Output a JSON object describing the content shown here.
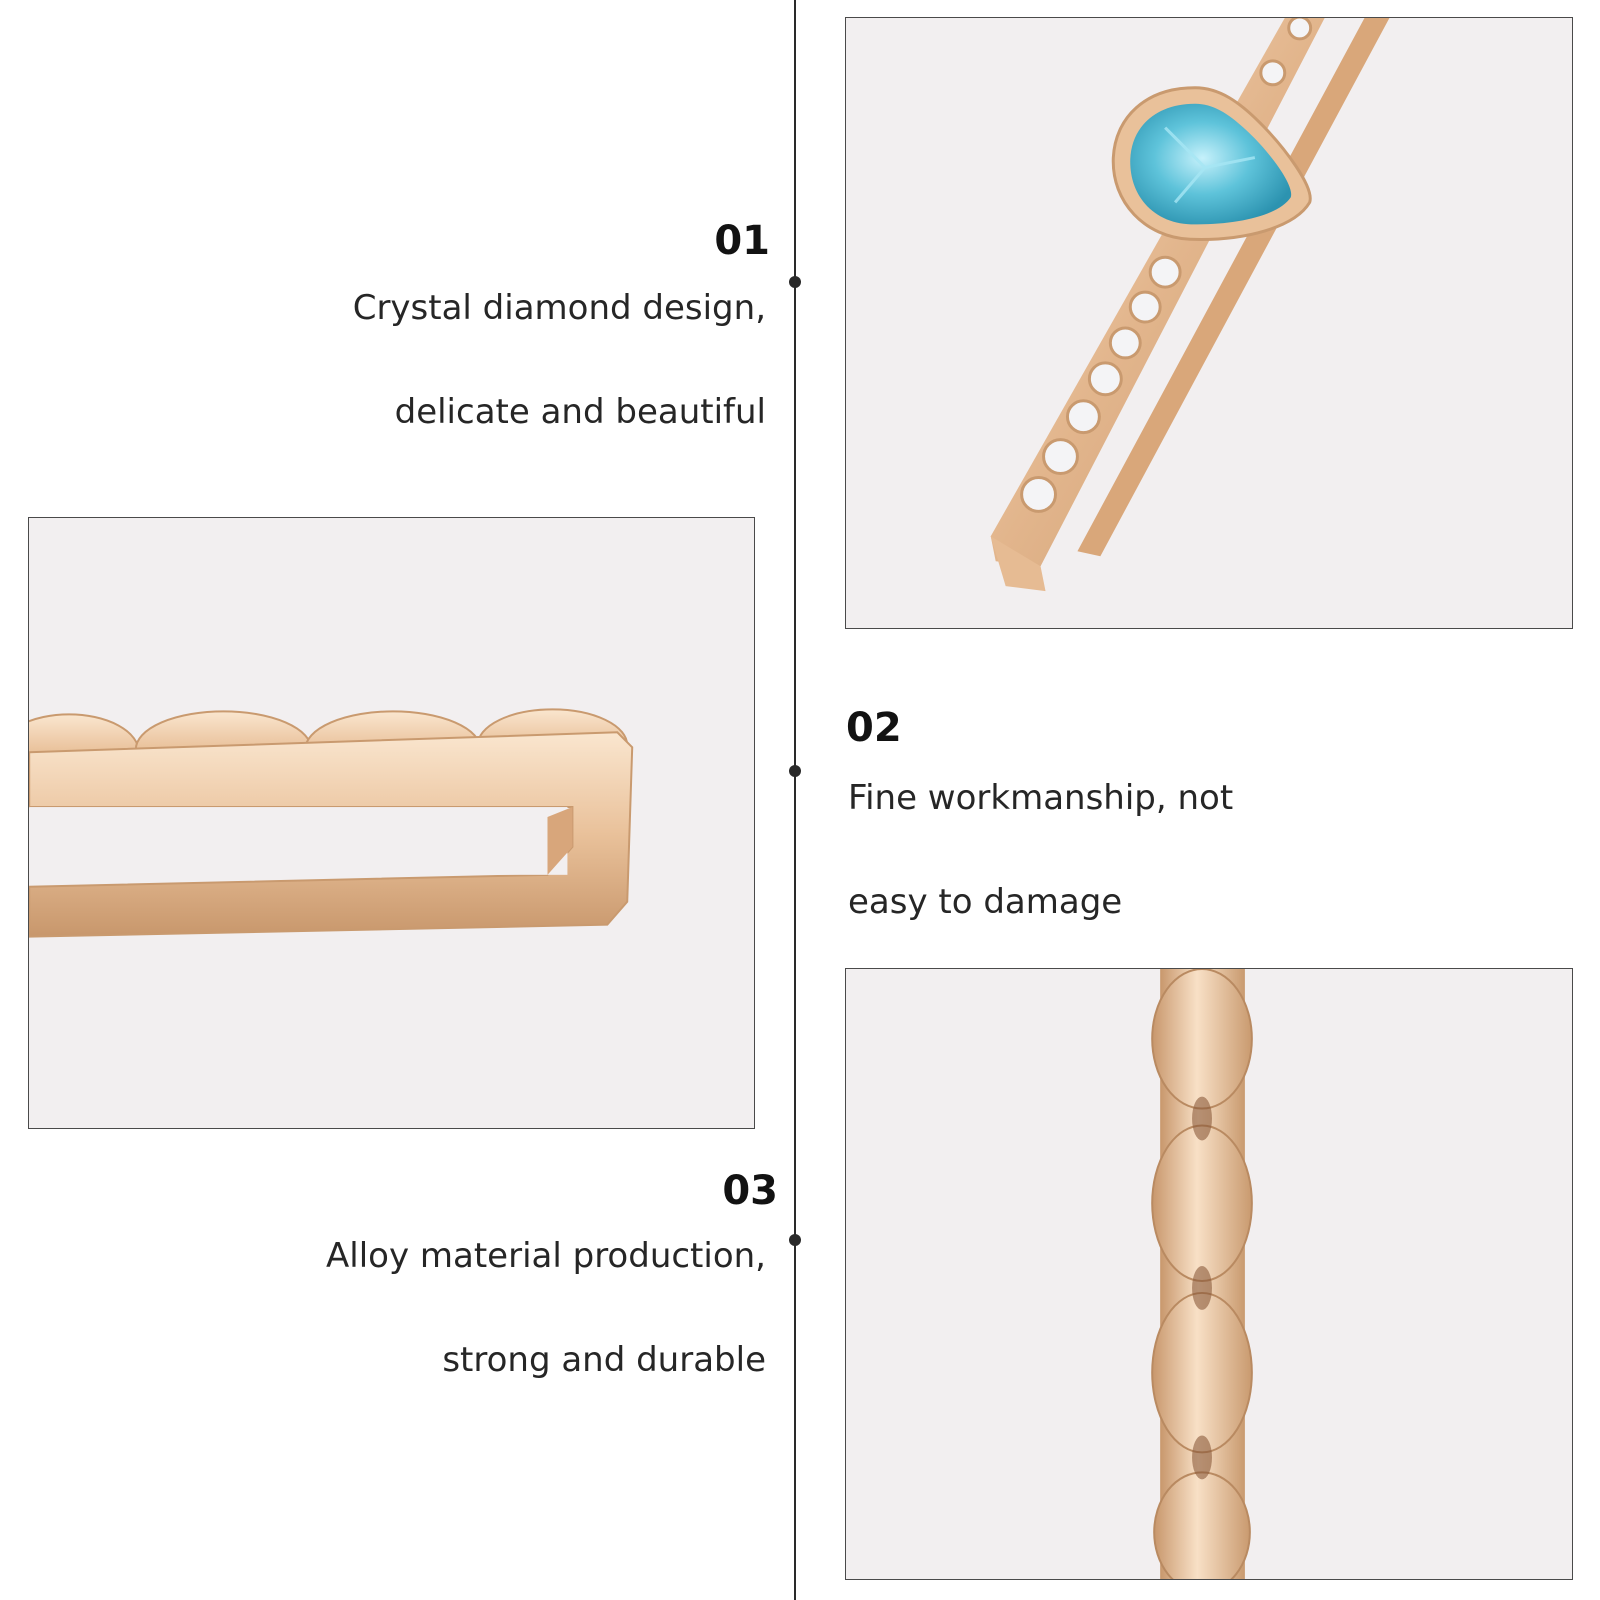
{
  "features": [
    {
      "number": "01",
      "line1": "Crystal diamond design,",
      "line2": "delicate and beautiful"
    },
    {
      "number": "02",
      "line1": "Fine workmanship, not",
      "line2": "easy to damage"
    },
    {
      "number": "03",
      "line1": "Alloy material production,",
      "line2": "strong and durable"
    }
  ],
  "colors": {
    "background": "#ffffff",
    "photo_background": "#f2eff0",
    "gold": "#e9c19a",
    "gem_blue": "#5ec3da",
    "timeline": "#2a2a2a"
  }
}
